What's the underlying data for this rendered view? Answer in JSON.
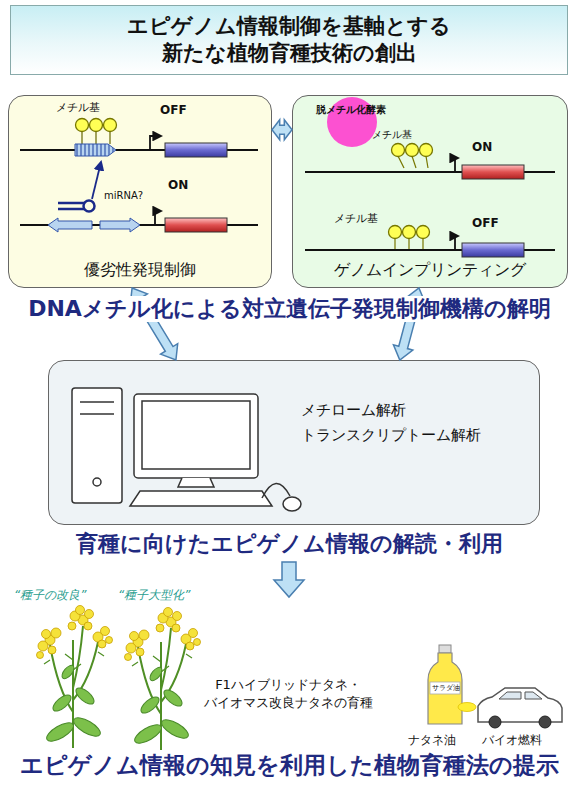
{
  "diagram": {
    "title": "エピゲノム情報制御を基軸とする 新たな植物育種技術の創出",
    "nodes": [
      {
        "text": [
          "優劣性発現制御"
        ]
      },
      {
        "text": [
          "ゲノムインプリンティング"
        ]
      },
      {
        "text": [
          "メチローム解析",
          "トランスクリプトーム解析"
        ]
      }
    ],
    "edges": [
      {
        "from": 0,
        "to": 1,
        "arrow": "both"
      },
      {
        "from": 0,
        "to": 2,
        "arrow": "both"
      },
      {
        "from": 1,
        "to": 2,
        "arrow": "both"
      }
    ],
    "labels": [
      "メチル基",
      "OFF",
      "miRNA?",
      "ON",
      "脱メチル化酵素",
      "メチル基",
      "ON",
      "メチル基",
      "OFF",
      "DNAメチル化による対立遺伝子発現制御機構の解明",
      "育種に向けたエピゲノム情報の解読・利用",
      "“種子の改良”",
      "“種子大型化”",
      "F1ハイブリッドナタネ・ バイオマス改良ナタネの育種",
      "サラダ油",
      "ナタネ油",
      "バイオ燃料",
      "エピゲノム情報の知見を利用した植物育種法の提示"
    ]
  }
}
